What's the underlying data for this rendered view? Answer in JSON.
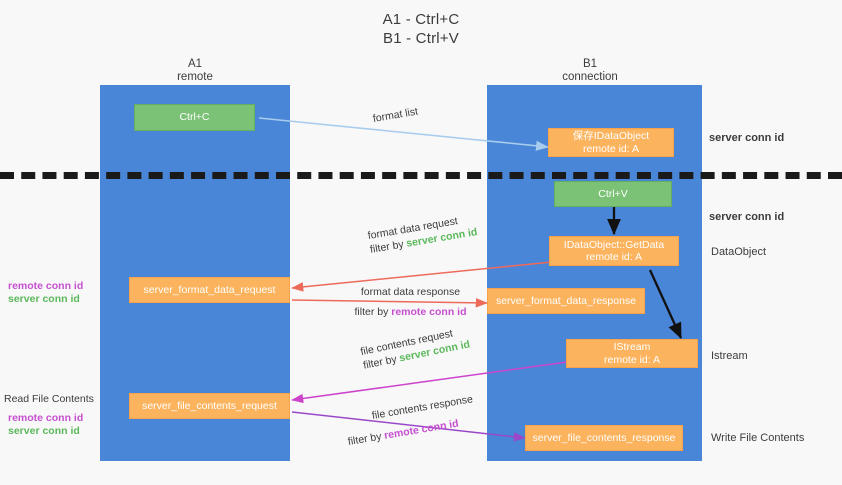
{
  "title": {
    "line1": "A1 - Ctrl+C",
    "line2": "B1 - Ctrl+V"
  },
  "lanes": [
    {
      "name": "A1",
      "sublabel": "remote"
    },
    {
      "name": "B1",
      "sublabel": "connection"
    }
  ],
  "boxes": {
    "ctrl_c": "Ctrl+C",
    "ctrl_v": "Ctrl+V",
    "save_idataobject": {
      "line1": "保存IDataObject",
      "line2": "remote id: A"
    },
    "getdata": {
      "line1": "IDataObject::GetData",
      "line2": "remote id: A"
    },
    "istream": {
      "line1": "IStream",
      "line2": "remote id: A"
    },
    "server_format_data_request": "server_format_data_request",
    "server_format_data_response": "server_format_data_response",
    "server_file_contents_request": "server_file_contents_request",
    "server_file_contents_response": "server_file_contents_response"
  },
  "edge_labels": {
    "format_list": "format list",
    "format_data_request": "format data request",
    "format_data_request_filter_prefix": "filter by ",
    "format_data_request_filter_value": "server conn id",
    "format_data_response": "format data response",
    "format_data_response_filter_prefix": "filter by ",
    "format_data_response_filter_value": "remote conn id",
    "file_contents_request": "file contents request",
    "file_contents_request_filter_prefix": "filter by ",
    "file_contents_request_filter_value": "server conn id",
    "file_contents_response": "file contents response",
    "file_contents_response_filter_prefix": "filter by ",
    "file_contents_response_filter_value": "remote conn id"
  },
  "right_labels": {
    "server_conn_id_1": "server conn id",
    "server_conn_id_2": "server conn id",
    "dataobject": "DataObject",
    "istream": "Istream",
    "write_file_contents": "Write File Contents"
  },
  "left_labels": {
    "remote_conn_id_1": "remote conn id",
    "server_conn_id_1": "server conn id",
    "read_file_contents": "Read File Contents",
    "remote_conn_id_2": "remote conn id",
    "server_conn_id_2": "server conn id"
  },
  "colors": {
    "lane": "#4a86d8",
    "green_box": "#7cc276",
    "orange_box": "#fcb35e",
    "accent_green_text": "#5bb85b",
    "accent_purple_text": "#c64fd0",
    "arrow_blue": "#a8cced",
    "arrow_red": "#ee6a5a",
    "arrow_magenta": "#cc44cc",
    "arrow_purple": "#9a48c9",
    "arrow_black": "#111111",
    "divider": "#1a1a1a",
    "background": "#f8f8f8"
  }
}
